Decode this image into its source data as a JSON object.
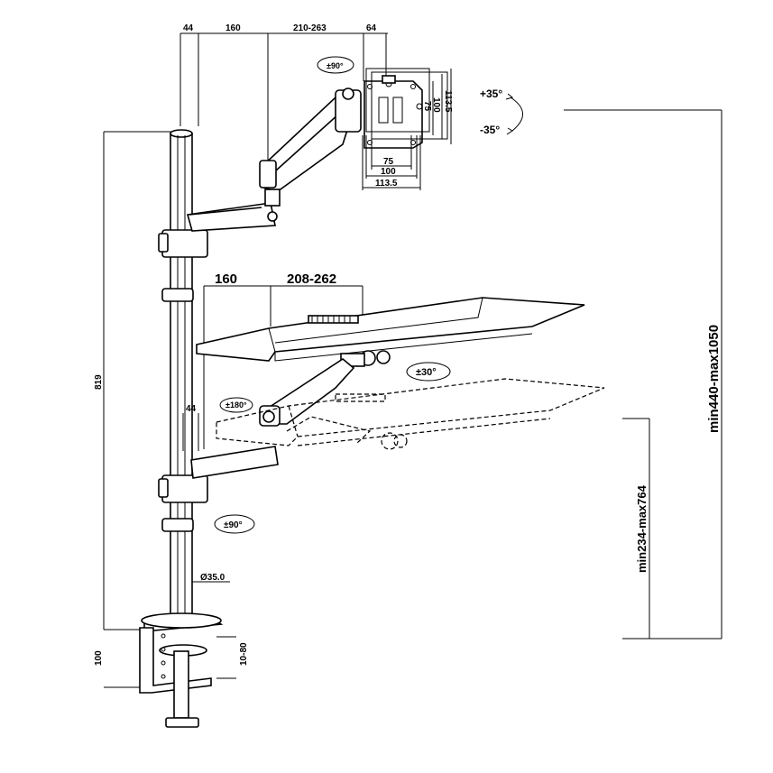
{
  "top_dims": {
    "d44": "44",
    "d160": "160",
    "d210": "210-263",
    "d64": "64"
  },
  "vesa": {
    "w75": "75",
    "w100": "100",
    "w113": "113.5",
    "h75": "75",
    "h100": "100",
    "h113": "113.5"
  },
  "tilt": {
    "up": "+35°",
    "down": "-35°"
  },
  "rotations": {
    "monitor_swivel": "±90°",
    "tray_tilt": "±30°",
    "tray_rotate": "±180°",
    "lower_swivel": "±90°"
  },
  "tray_dims": {
    "d160": "160",
    "d208": "208-262"
  },
  "lower_dims": {
    "d44": "44",
    "pole_diameter": "Ø35.0",
    "height_819": "819",
    "clamp_100": "100",
    "clamp_range": "10-80"
  },
  "right_dims": {
    "total_height": "min440-max1050",
    "tray_height": "min234-max764"
  },
  "colors": {
    "line": "#000000",
    "background": "#ffffff"
  }
}
